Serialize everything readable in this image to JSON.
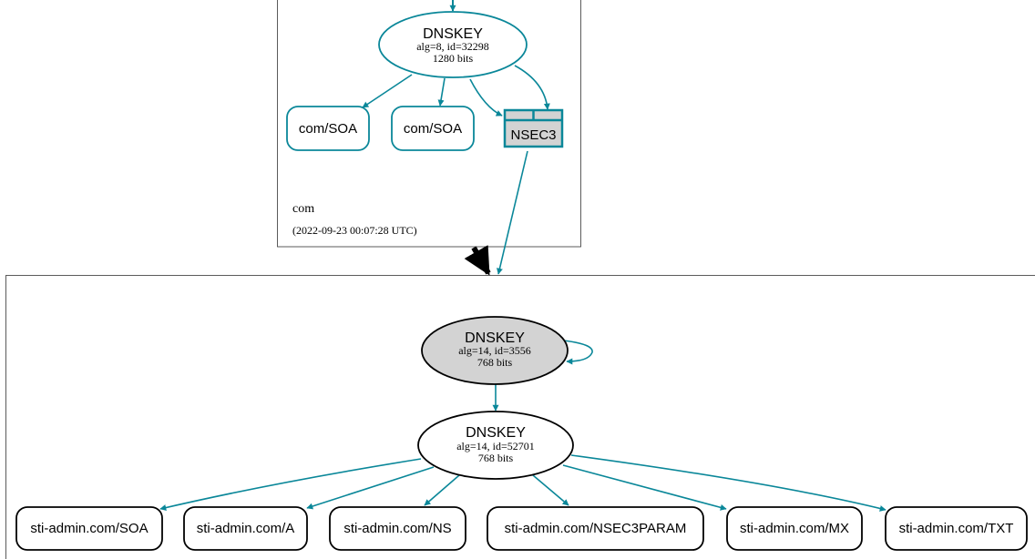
{
  "colors": {
    "edge": "#0a8799",
    "gray_fill": "#d3d3d3",
    "border": "#000000"
  },
  "zone_com": {
    "name": "com",
    "timestamp": "(2022-09-23 00:07:28 UTC)",
    "dnskey": {
      "title": "DNSKEY",
      "detail": "alg=8, id=32298",
      "bits": "1280 bits"
    },
    "records": [
      "com/SOA",
      "com/SOA"
    ],
    "nsec3": "NSEC3"
  },
  "zone_child": {
    "ksk": {
      "title": "DNSKEY",
      "detail": "alg=14, id=3556",
      "bits": "768 bits"
    },
    "zsk": {
      "title": "DNSKEY",
      "detail": "alg=14, id=52701",
      "bits": "768 bits"
    },
    "records": [
      "sti-admin.com/SOA",
      "sti-admin.com/A",
      "sti-admin.com/NS",
      "sti-admin.com/NSEC3PARAM",
      "sti-admin.com/MX",
      "sti-admin.com/TXT"
    ]
  }
}
